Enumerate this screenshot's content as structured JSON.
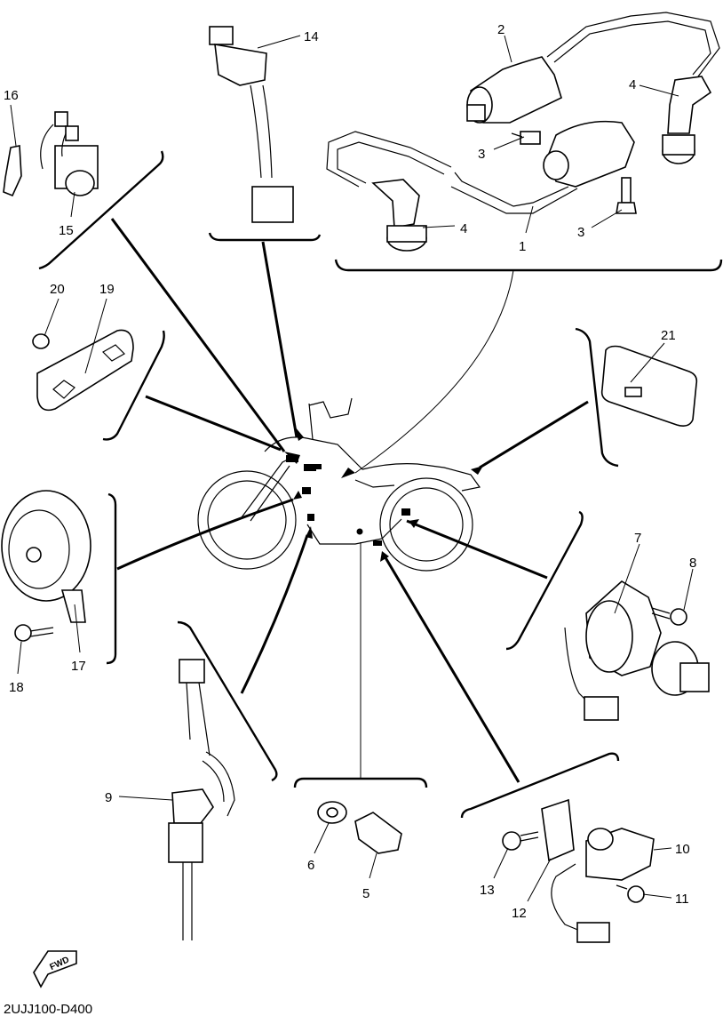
{
  "diagram": {
    "drawing_code": "2UJJ100-D400",
    "direction_label": "FWD",
    "callouts": [
      {
        "id": "c1",
        "text": "1"
      },
      {
        "id": "c2",
        "text": "2"
      },
      {
        "id": "c3a",
        "text": "3"
      },
      {
        "id": "c3b",
        "text": "3"
      },
      {
        "id": "c4a",
        "text": "4"
      },
      {
        "id": "c4b",
        "text": "4"
      },
      {
        "id": "c5",
        "text": "5"
      },
      {
        "id": "c6",
        "text": "6"
      },
      {
        "id": "c7",
        "text": "7"
      },
      {
        "id": "c8",
        "text": "8"
      },
      {
        "id": "c9",
        "text": "9"
      },
      {
        "id": "c10",
        "text": "10"
      },
      {
        "id": "c11",
        "text": "11"
      },
      {
        "id": "c12",
        "text": "12"
      },
      {
        "id": "c13",
        "text": "13"
      },
      {
        "id": "c14",
        "text": "14"
      },
      {
        "id": "c15",
        "text": "15"
      },
      {
        "id": "c16",
        "text": "16"
      },
      {
        "id": "c17",
        "text": "17"
      },
      {
        "id": "c18",
        "text": "18"
      },
      {
        "id": "c19",
        "text": "19"
      },
      {
        "id": "c20",
        "text": "20"
      },
      {
        "id": "c21",
        "text": "21"
      }
    ]
  }
}
